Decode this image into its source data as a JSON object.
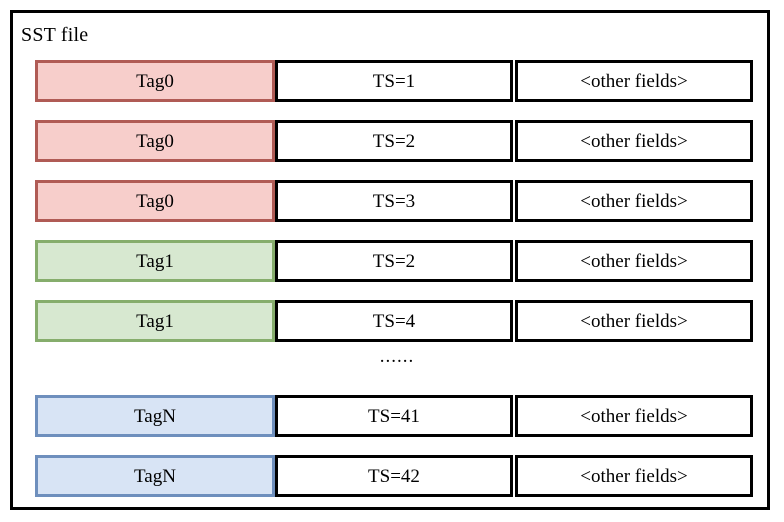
{
  "diagram": {
    "title": "SST file",
    "columns": [
      "tag",
      "timestamp",
      "other"
    ],
    "rows": [
      {
        "tag": "Tag0",
        "ts": "TS=1",
        "other": "<other fields>",
        "color": "pink"
      },
      {
        "tag": "Tag0",
        "ts": "TS=2",
        "other": "<other fields>",
        "color": "pink"
      },
      {
        "tag": "Tag0",
        "ts": "TS=3",
        "other": "<other fields>",
        "color": "pink"
      },
      {
        "tag": "Tag1",
        "ts": "TS=2",
        "other": "<other fields>",
        "color": "green"
      },
      {
        "tag": "Tag1",
        "ts": "TS=4",
        "other": "<other fields>",
        "color": "green"
      },
      {
        "tag": "TagN",
        "ts": "TS=41",
        "other": "<other fields>",
        "color": "blue"
      },
      {
        "tag": "TagN",
        "ts": "TS=42",
        "other": "<other fields>",
        "color": "blue"
      }
    ],
    "ellipsis": "......",
    "ellipsis_after_row_index": 4,
    "colors": {
      "pink_fill": "#f7cecb",
      "pink_border": "#b05b55",
      "green_fill": "#d7e8d0",
      "green_border": "#86ad6c",
      "blue_fill": "#d8e4f5",
      "blue_border": "#6e8fbd",
      "frame_border": "#000000",
      "background": "#ffffff"
    }
  }
}
